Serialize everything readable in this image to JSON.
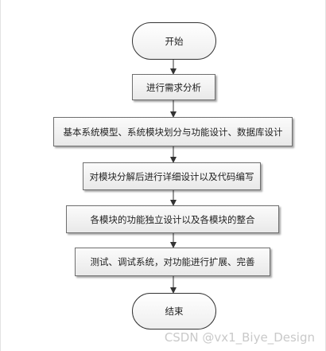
{
  "flowchart": {
    "start": "开始",
    "steps": [
      "进行需求分析",
      "基本系统模型、系统模块划分与功能设计、数据库设计",
      "对模块分解后进行详细设计以及代码编写",
      "各模块的功能独立设计以及各模块的整合",
      "测试、调试系统，对功能进行扩展、完善"
    ],
    "end": "结束"
  },
  "watermark": "CSDN @vx1_Biye_Design"
}
